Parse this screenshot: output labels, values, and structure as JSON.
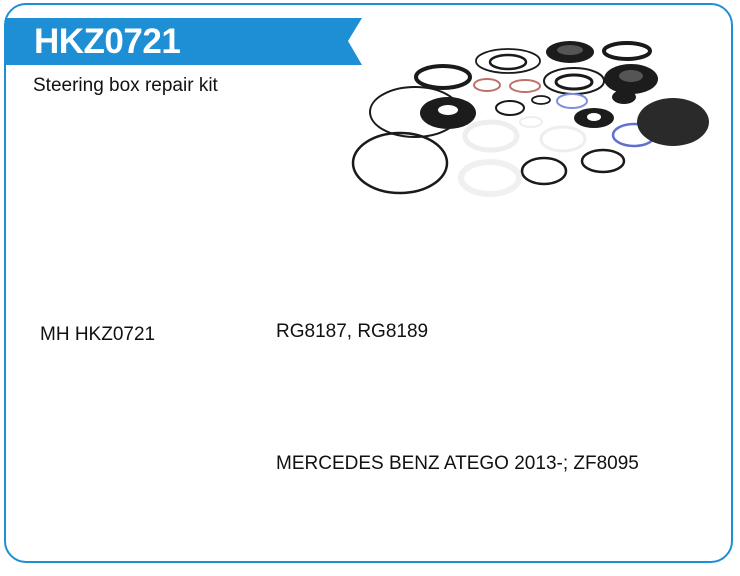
{
  "header": {
    "code": "HKZ0721",
    "description": "Steering box repair kit"
  },
  "details": {
    "manufacturer_ref": "MH HKZ0721",
    "oem_numbers": "RG8187, RG8189",
    "applications": "MERCEDES BENZ ATEGO 2013-; ZF8095"
  },
  "colors": {
    "accent": "#1e8fd5"
  }
}
